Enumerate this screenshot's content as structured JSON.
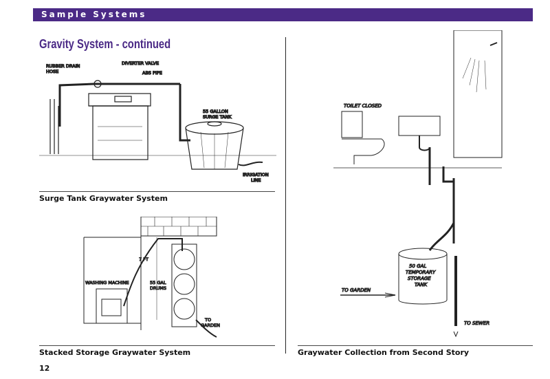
{
  "header": {
    "title": "Sample Systems"
  },
  "section_title": "Gravity System - continued",
  "figures": {
    "surge_tank": {
      "caption": "Surge Tank Graywater System",
      "labels": {
        "rubber_drain_hose_1": "RUBBER DRAIN",
        "rubber_drain_hose_2": "HOSE",
        "diverter_valve": "DIVERTER VALVE",
        "abs_pipe": "ABS PIPE",
        "surge_tank_1": "55 GALLON",
        "surge_tank_2": "SURGE TANK",
        "irrigation_1": "IRRIGATION",
        "irrigation_2": "LINE"
      }
    },
    "stacked_storage": {
      "caption": "Stacked Storage Graywater System",
      "labels": {
        "height": "7 FT",
        "washing_machine": "WASHING MACHINE",
        "drums_1": "55 GAL",
        "drums_2": "DRUMS",
        "to_garden_1": "TO",
        "to_garden_2": "GARDEN"
      }
    },
    "second_story": {
      "caption": "Graywater Collection from Second Story",
      "labels": {
        "toilet_closed": "TOILET CLOSED",
        "tank_1": "50 GAL",
        "tank_2": "TEMPORARY",
        "tank_3": "STORAGE",
        "tank_4": "TANK",
        "to_garden": "TO GARDEN",
        "to_sewer": "TO SEWER"
      }
    }
  },
  "page_number": "12"
}
